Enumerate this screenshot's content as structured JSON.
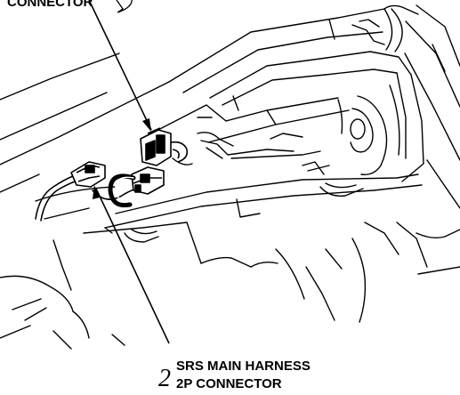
{
  "figure": {
    "top_label_partial": "CONNECTOR",
    "callout_number": "2",
    "callout_line1": "SRS MAIN HARNESS",
    "callout_line2": "2P CONNECTOR"
  },
  "colors": {
    "ink": "#000000",
    "paper": "#ffffff"
  }
}
